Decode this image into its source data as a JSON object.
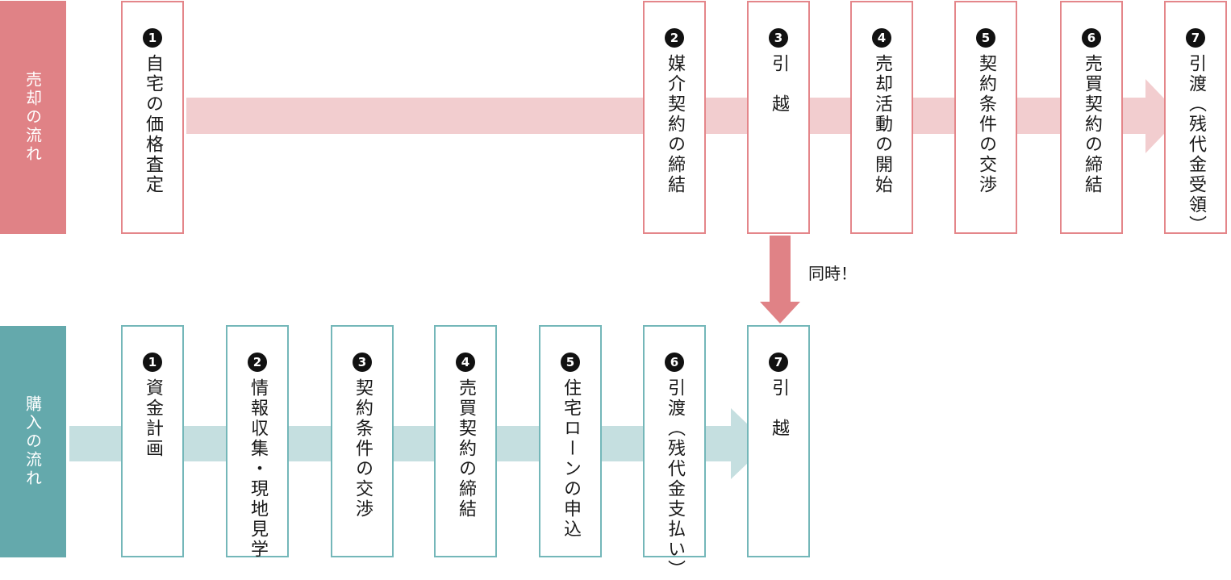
{
  "sell": {
    "lane_label": "売却の流れ",
    "steps": [
      {
        "num": "1",
        "label": "自宅の価格査定"
      },
      {
        "num": "2",
        "label": "媒介契約の締結"
      },
      {
        "num": "3",
        "label": "引　越"
      },
      {
        "num": "4",
        "label": "売却活動の開始"
      },
      {
        "num": "5",
        "label": "契約条件の交渉"
      },
      {
        "num": "6",
        "label": "売買契約の締結"
      },
      {
        "num": "7",
        "label": "引渡（残代金受領）"
      }
    ]
  },
  "buy": {
    "lane_label": "購入の流れ",
    "steps": [
      {
        "num": "1",
        "label": "資金計画"
      },
      {
        "num": "2",
        "label": "情報収集・現地見学"
      },
      {
        "num": "3",
        "label": "契約条件の交渉"
      },
      {
        "num": "4",
        "label": "売買契約の締結"
      },
      {
        "num": "5",
        "label": "住宅ローンの申込"
      },
      {
        "num": "6",
        "label": "引渡（残代金支払い）"
      },
      {
        "num": "7",
        "label": "引　越"
      }
    ]
  },
  "connector": {
    "label": "同時！"
  },
  "colors": {
    "sell_accent": "#e08286",
    "sell_arrow": "#f2cdcf",
    "buy_accent": "#64a9ac",
    "buy_arrow": "#c5dfe0"
  }
}
